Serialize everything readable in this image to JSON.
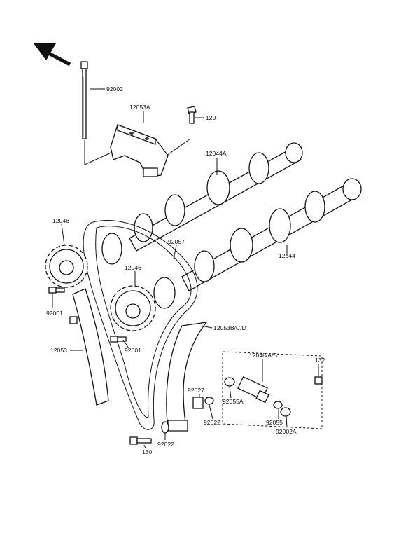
{
  "labels": {
    "p92002_top": "92002",
    "p12053A": "12053A",
    "p120": "120",
    "p12044A": "12044A",
    "p12046_a": "12046",
    "p92057": "92057",
    "p12044": "12044",
    "p12046_b": "12046",
    "p92001_a": "92001",
    "p92001_b": "92001",
    "p12053BCD": "12053B/C/D",
    "p12053": "12053",
    "p12048AB": "12048/A/B",
    "p132": "132",
    "p92027": "92027",
    "p92055A": "92055A",
    "p92022_a": "92022",
    "p92055": "92055",
    "p92002A": "92002A",
    "p92022_b": "92022",
    "p130": "130"
  }
}
